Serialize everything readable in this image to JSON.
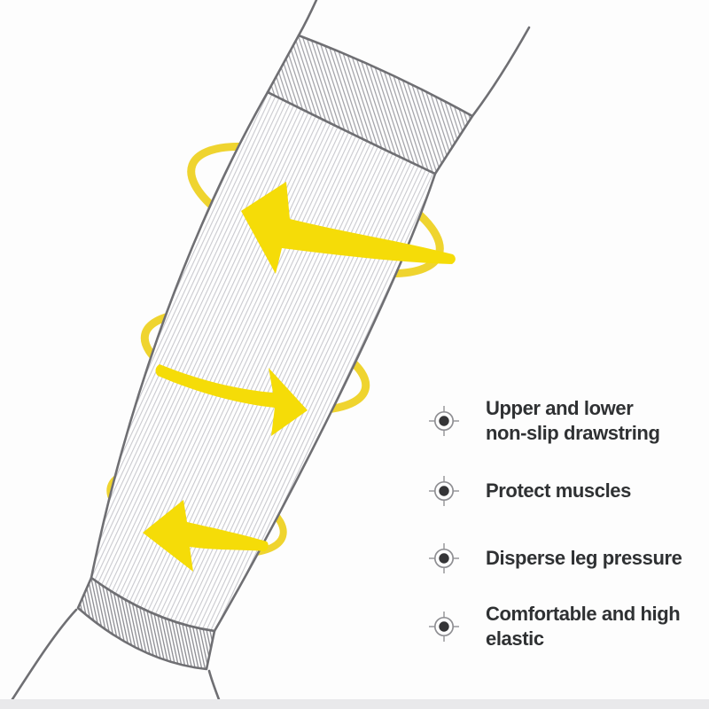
{
  "illustration": {
    "subject": "calf compression sleeve on a leg, line drawing",
    "wrap_arrows_count": 3,
    "arrow_color": "#f5dc08",
    "ring_color": "#efd42f",
    "outline_color": "#6f6f73",
    "hatch_color": "#c9c9ce",
    "cuff_rib_color": "#9d9da3",
    "ankle_rib_color": "#8a8a90",
    "bottom_strip_color": "#e9e9eb"
  },
  "features": {
    "text_color": "#2f3133",
    "icon_name": "target-crosshair-icon",
    "icon_ring_color": "#8f8f93",
    "icon_dot_color": "#353537",
    "items": [
      {
        "icon": "target-crosshair-icon",
        "lines": [
          "Upper and lower",
          "non-slip drawstring"
        ]
      },
      {
        "icon": "target-crosshair-icon",
        "lines": [
          "Protect muscles"
        ]
      },
      {
        "icon": "target-crosshair-icon",
        "lines": [
          "Disperse leg pressure"
        ]
      },
      {
        "icon": "target-crosshair-icon",
        "lines": [
          "Comfortable and high",
          "elastic"
        ]
      }
    ]
  }
}
